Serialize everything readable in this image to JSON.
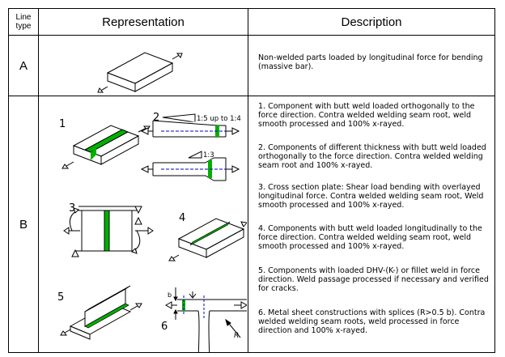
{
  "header": {
    "line_type": "Line\ntype",
    "representation": "Representation",
    "description": "Description"
  },
  "rows": [
    {
      "type": "A",
      "descriptions": [
        "Non-welded parts loaded by longitudinal force for bending (massive bar)."
      ]
    },
    {
      "type": "B",
      "descriptions": [
        "1. Component with butt weld loaded orthogonally to the force direction. Contra welded welding seam root, weld smooth processed and 100% x-rayed.",
        "2. Components of different thickness with butt weld loaded orthogonally to the force direction. Contra welded welding seam root and 100% x-rayed.",
        "3. Cross section plate: Shear load bending with overlayed longitudinal force. Contra welded welding seam root, Weld smooth processed and 100% x-rayed.",
        "4. Components with butt weld loaded longitudinally to the force direction. Contra welded welding seam root, weld smooth processed and 100% x-rayed.",
        "5. Components with loaded DHV-(K-) or fillet weld in force direction. Weld passage processed if necessary and verified for cracks.",
        "6. Metal sheet constructions with splices (R>0.5 b). Contra welded welding seam roots, weld processed in force direction and 100% x-rayed."
      ]
    }
  ],
  "figure_labels": {
    "n1": "1",
    "n2": "2",
    "n3": "3",
    "n4": "4",
    "n5": "5",
    "n6": "6",
    "taper1": "1:5 up to 1:4",
    "taper2": "1:3",
    "dim_b": "b",
    "dim_r": "R"
  },
  "colors": {
    "weld": "#00b000",
    "line": "#000000",
    "axis": "#0000cc"
  }
}
